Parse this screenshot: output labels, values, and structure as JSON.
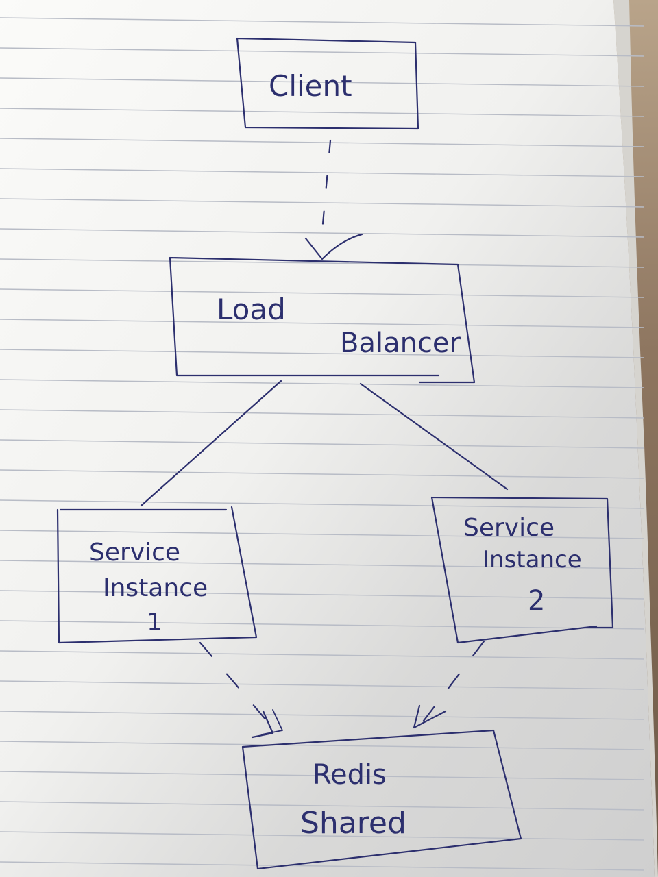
{
  "nodes": {
    "client": {
      "label": "Client"
    },
    "load_balancer": {
      "line1": "Load",
      "line2": "Balancer"
    },
    "service_1": {
      "line1": "Service",
      "line2": "Instance",
      "line3": "1"
    },
    "service_2": {
      "line1": "Service",
      "line2": "Instance",
      "line3": "2"
    },
    "redis": {
      "line1": "Redis",
      "line2": "Shared"
    }
  },
  "edges": [
    {
      "from": "client",
      "to": "load_balancer",
      "style": "dashed",
      "arrow": true
    },
    {
      "from": "load_balancer",
      "to": "service_1",
      "style": "solid",
      "arrow": false
    },
    {
      "from": "load_balancer",
      "to": "service_2",
      "style": "solid",
      "arrow": false
    },
    {
      "from": "service_1",
      "to": "redis",
      "style": "dashed",
      "arrow": true
    },
    {
      "from": "service_2",
      "to": "redis",
      "style": "dashed",
      "arrow": true
    }
  ],
  "colors": {
    "ink": "#2c2f6e",
    "paper": "#f3f3f1",
    "rule_line": "#b8bcc6",
    "desk": "#6c5846"
  }
}
